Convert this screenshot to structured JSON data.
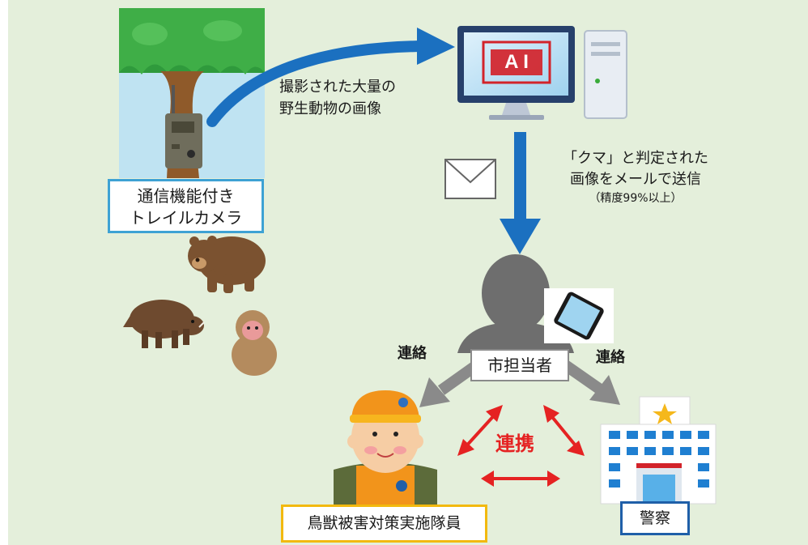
{
  "camera_label": {
    "line1": "通信機能付き",
    "line2": "トレイルカメラ"
  },
  "photo_caption": {
    "line1": "撮影された大量の",
    "line2": "野生動物の画像"
  },
  "ai_label": "A I",
  "mail_caption": {
    "line1": "「クマ」と判定された",
    "line2": "画像をメールで送信",
    "line3": "（精度99%以上）"
  },
  "official_label": "市担当者",
  "contact_left": "連絡",
  "contact_right": "連絡",
  "cooperation_label": "連携",
  "hunter_label": "鳥獣被害対策実施隊員",
  "police_label": "警察",
  "colors": {
    "background": "#e4efdb",
    "blue_arrow": "#1b70c0",
    "gray_arrow": "#8a8a8a",
    "red_arrow": "#e52222",
    "camera_box_border": "#3ea2d4",
    "hunter_box_border": "#f2b90f",
    "police_box_border": "#1f5fa8"
  },
  "icons": [
    "tree-icon",
    "trail-camera-icon",
    "computer-icon",
    "envelope-icon",
    "person-silhouette-icon",
    "smartphone-icon",
    "bear-icon",
    "boar-icon",
    "monkey-icon",
    "hunter-icon",
    "police-station-icon"
  ]
}
